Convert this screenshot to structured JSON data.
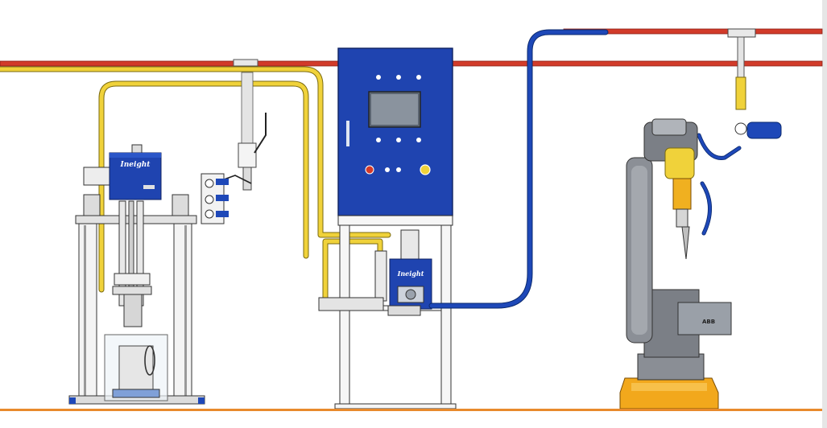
{
  "pump_unit": {
    "brand_label": "Ineight"
  },
  "dosing_unit": {
    "brand_label": "Ineight"
  },
  "robot": {
    "base_label": "ABB"
  },
  "colors": {
    "air_line": "#d23b2a",
    "material_hose_yellow": "#f0d23a",
    "material_hose_blue": "#1e48b8",
    "cabinet_blue": "#1f44b0",
    "robot_grey": "#7b7f86",
    "robot_pedestal": "#f2a81c",
    "floor_line": "#e88a2c"
  }
}
